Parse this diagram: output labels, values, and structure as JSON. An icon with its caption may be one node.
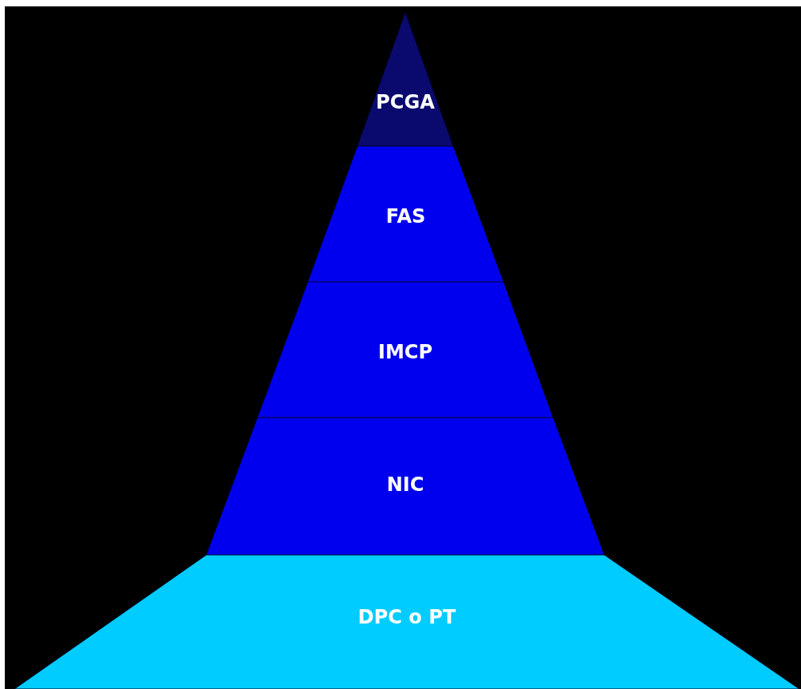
{
  "diagram": {
    "nodes": [
      {
        "text": [
          "PCGA"
        ]
      },
      {
        "text": [
          "FAS"
        ]
      },
      {
        "text": [
          "IMCP"
        ]
      },
      {
        "text": [
          "NIC"
        ]
      },
      {
        "text": [
          "DPC o PT"
        ]
      }
    ]
  }
}
